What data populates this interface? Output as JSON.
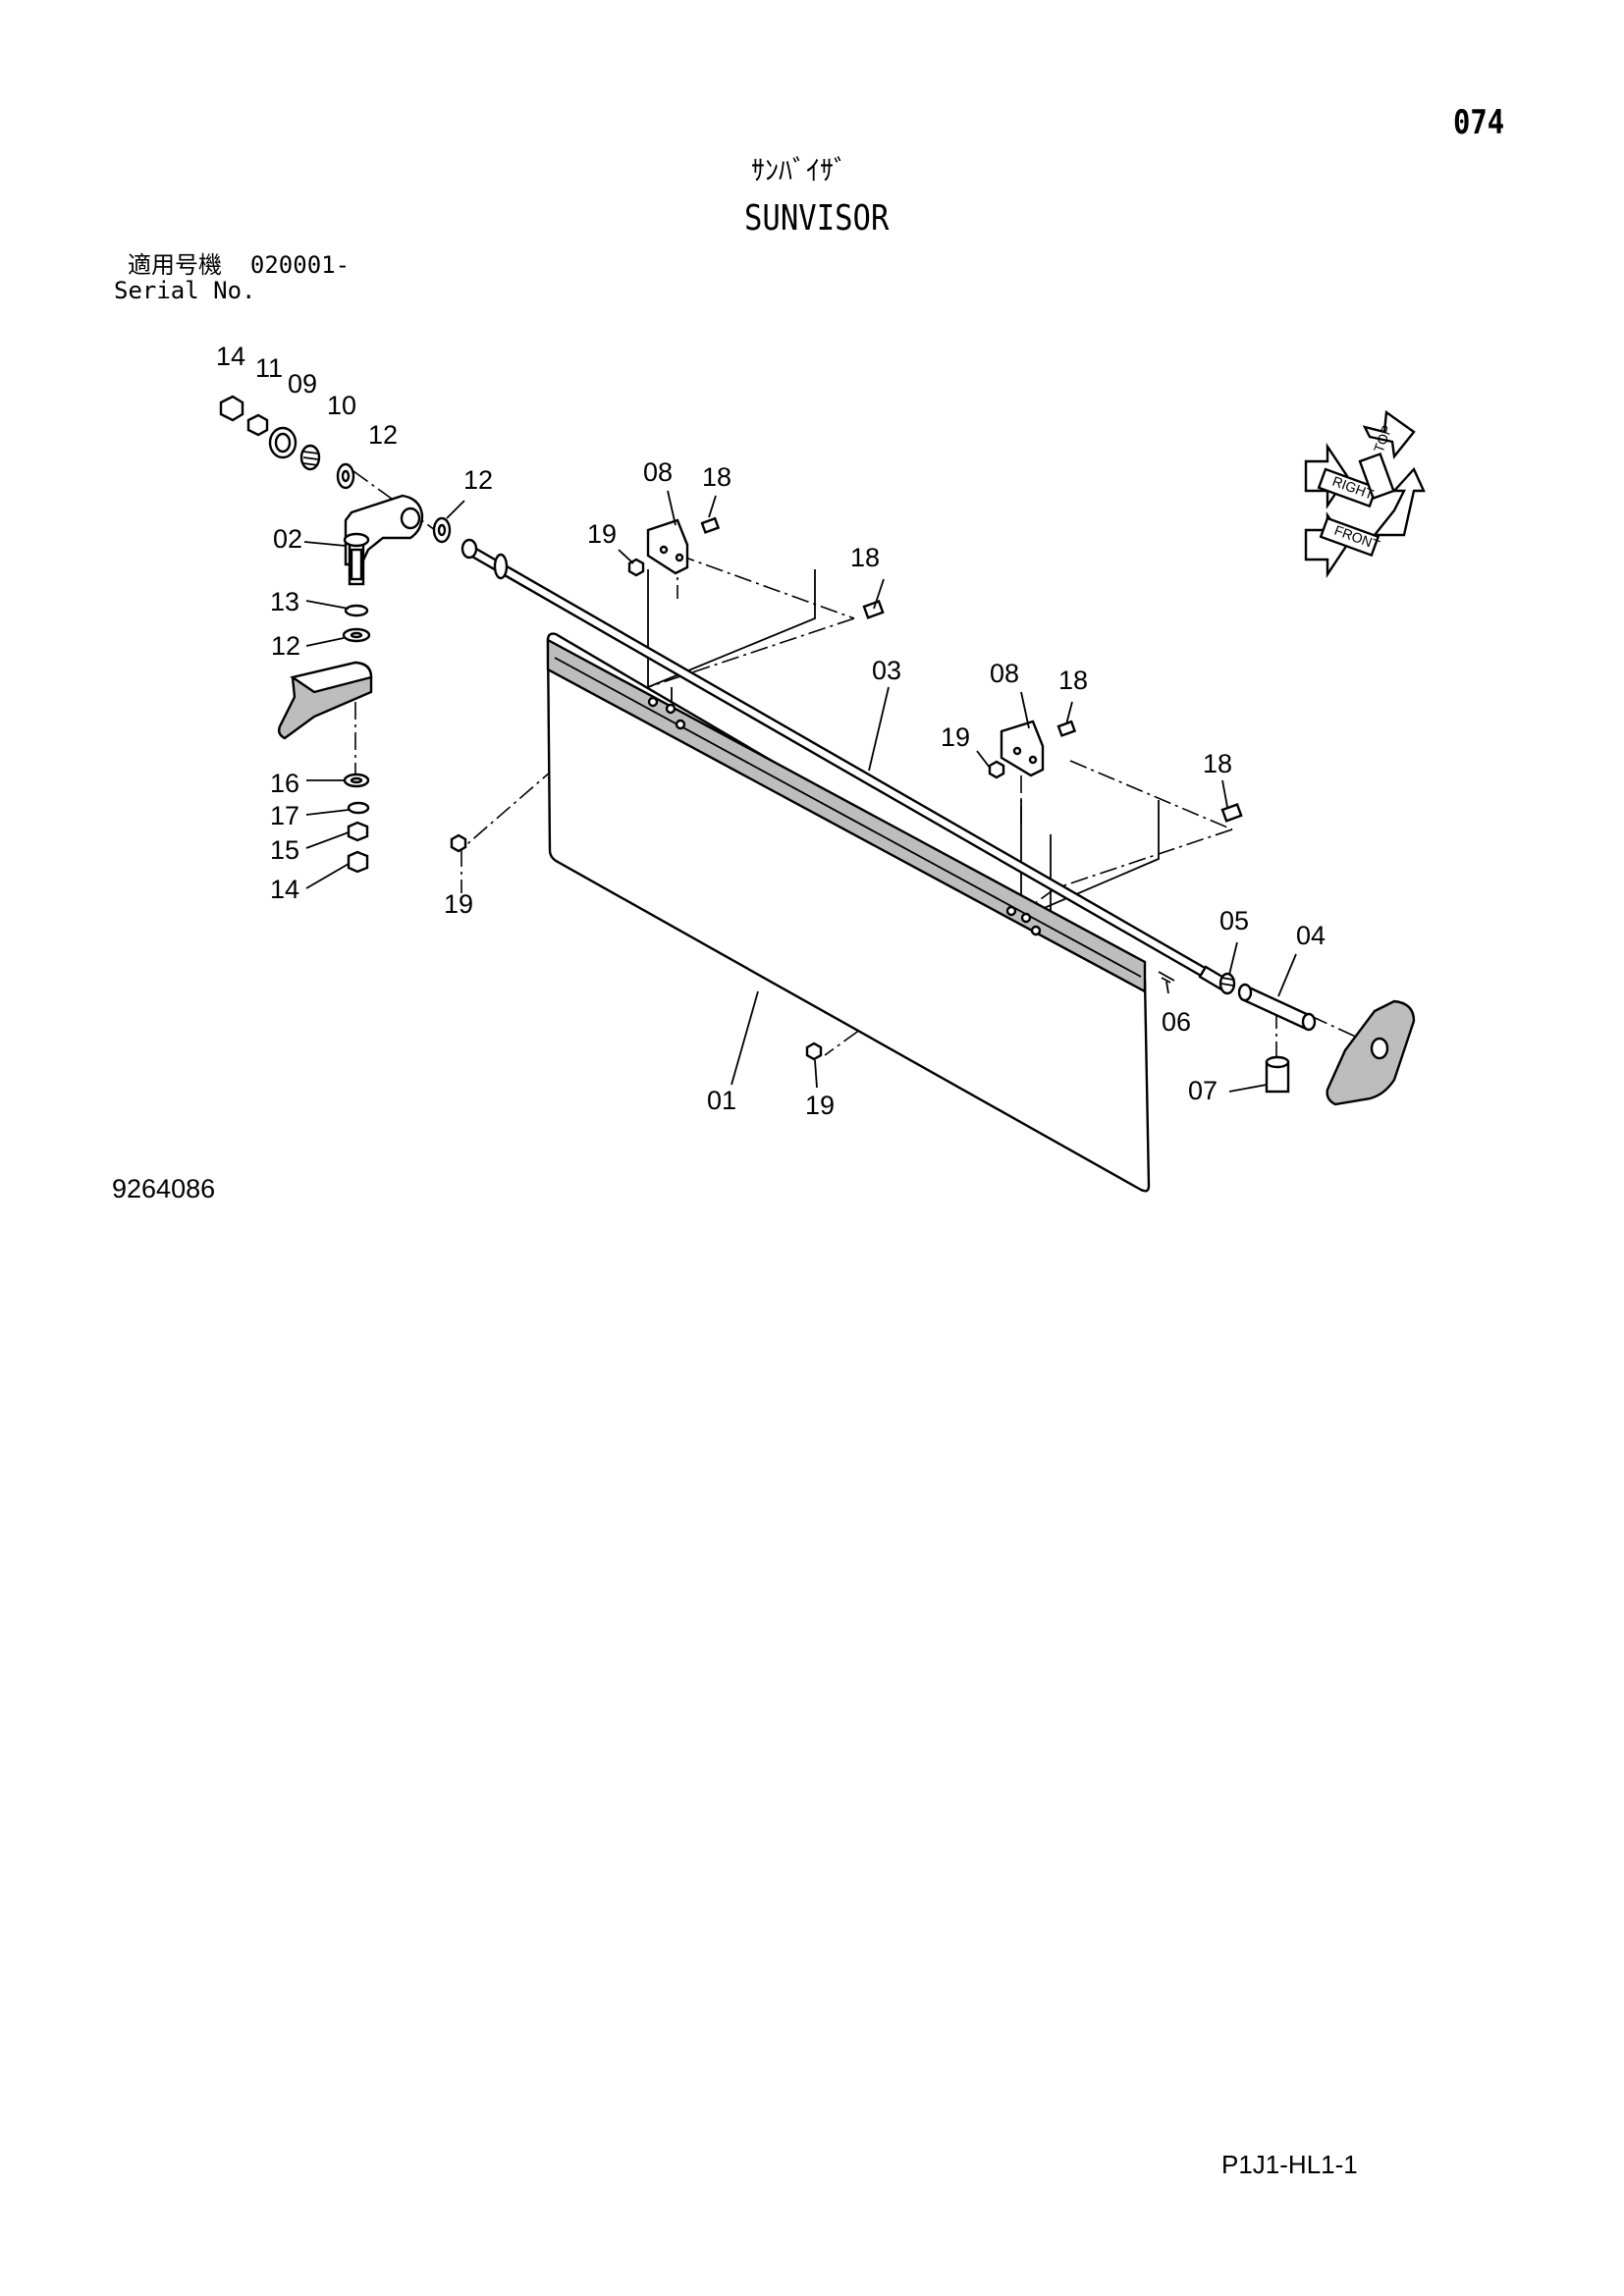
{
  "page_number": "074",
  "title_jp": "ｻﾝﾊﾞｲｻﾞ",
  "title_en": "SUNVISOR",
  "serial": {
    "jp_label": "適用号機",
    "range": "020001-",
    "en_label": "Serial No."
  },
  "drawing_number": "9264086",
  "page_code": "P1J1-HL1-1",
  "orientation_labels": {
    "top": "TOP",
    "right": "RIGHT",
    "front": "FRONT"
  },
  "callouts": {
    "c14a": "14",
    "c11": "11",
    "c09": "09",
    "c10": "10",
    "c12a": "12",
    "c12b": "12",
    "c02": "02",
    "c13": "13",
    "c12c": "12",
    "c16": "16",
    "c17": "17",
    "c15": "15",
    "c14b": "14",
    "c08a": "08",
    "c18a": "18",
    "c19a": "19",
    "c18b": "18",
    "c03": "03",
    "c08b": "08",
    "c18c": "18",
    "c19b": "19",
    "c18d": "18",
    "c19c": "19",
    "c05": "05",
    "c04": "04",
    "c06": "06",
    "c07": "07",
    "c01": "01",
    "c19d": "19"
  }
}
